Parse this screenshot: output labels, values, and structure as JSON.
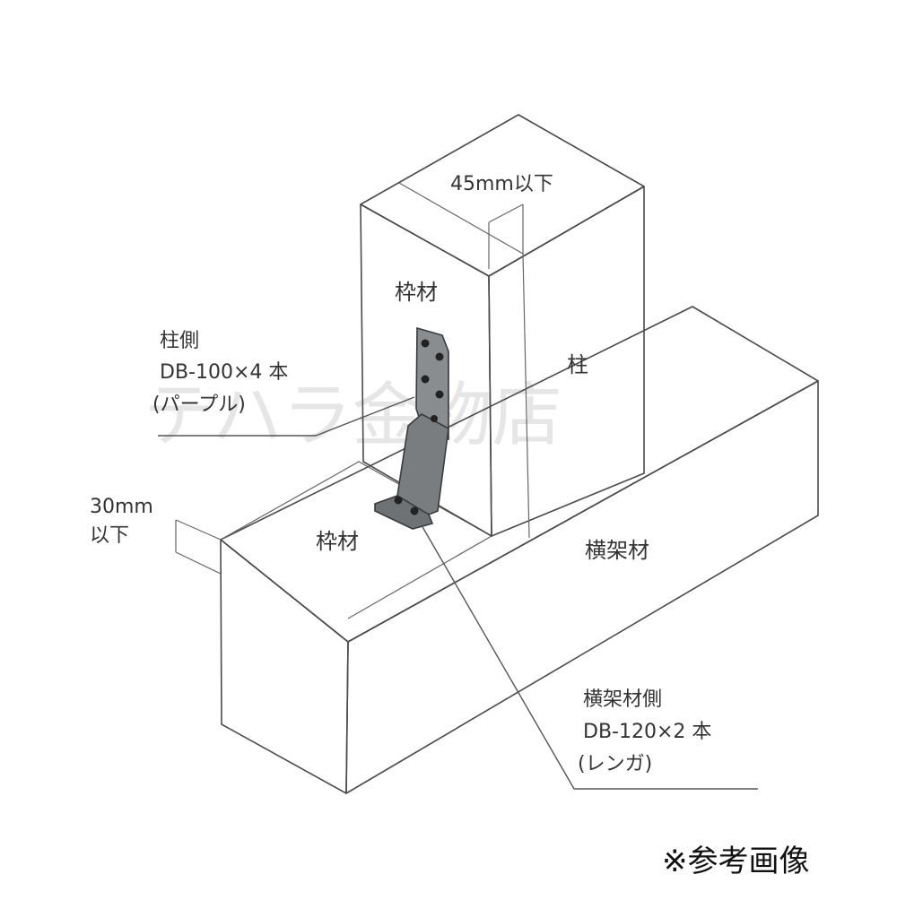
{
  "labels": {
    "frame_upper": "枠材",
    "frame_lower": "枠材",
    "column": "柱",
    "beam": "横架材",
    "width_limit": "45mm以下",
    "height_limit_line1": "30mm",
    "height_limit_line2": "以下"
  },
  "callouts": {
    "column_side": {
      "line1": "柱側",
      "line2": "DB-100×4 本",
      "line3": "(パープル)"
    },
    "beam_side": {
      "line1": "横架材側",
      "line2": "DB-120×2 本",
      "line3": "(レンガ)"
    }
  },
  "watermark": "テハラ金物店",
  "reference_note": "※参考画像",
  "colors": {
    "edge": "#4a4a4a",
    "face_fill": "#fafafa",
    "bracket_fill": "#7a7d80",
    "watermark": "#e6e6e6"
  }
}
